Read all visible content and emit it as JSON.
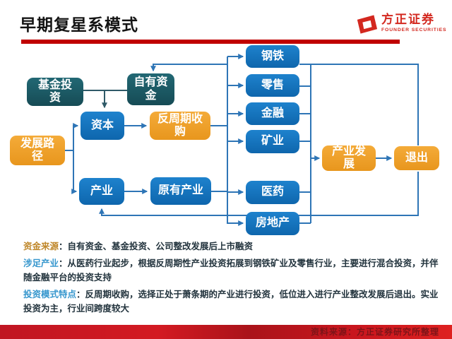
{
  "header": {
    "title": "早期复星系模式",
    "brand_name": "方正证券",
    "brand_subtitle": "FOUNDER SECURITIES"
  },
  "diagram": {
    "nodes": {
      "fund_investment": "基金投资",
      "own_capital": "自有资金",
      "capital": "资本",
      "counter_cycle": "反周期收购",
      "dev_path": "发展路径",
      "industry": "产业",
      "original_industry": "原有产业",
      "steel": "钢铁",
      "retail": "零售",
      "finance": "金融",
      "mining": "矿业",
      "medicine": "医药",
      "real_estate": "房地产",
      "industry_dev": "产业发展",
      "exit": "退出"
    }
  },
  "notes": [
    {
      "label": "资金来源",
      "body": "：自有资金、基金投资、公司整改发展后上市融资"
    },
    {
      "label": "涉足产业",
      "body": "：从医药行业起步，根据反周期性产业投资拓展到钢铁矿业及零售行业，主要进行混合投资，并伴随金融平台的投资支持"
    },
    {
      "label": "投资模式特点",
      "body": "：反周期收购，选择正处于萧条期的产业进行投资，低位进入进行产业整改发展后退出。实业投资为主，行业间跨度较大"
    }
  ],
  "footer": {
    "source": "资料来源：方正证券研究所整理"
  },
  "colors": {
    "box_teal": "#1a545f",
    "box_blue": "#1173bd",
    "box_orange": "#efa12c",
    "connector_blue": "#2e75b6",
    "connector_dark": "#2f5a68",
    "title_rule_red": "#c00000",
    "footer_red": "#c01622",
    "logo_red": "#d3281f",
    "note_label_orange": "#bf872a",
    "note_label_blue": "#3596cd"
  }
}
